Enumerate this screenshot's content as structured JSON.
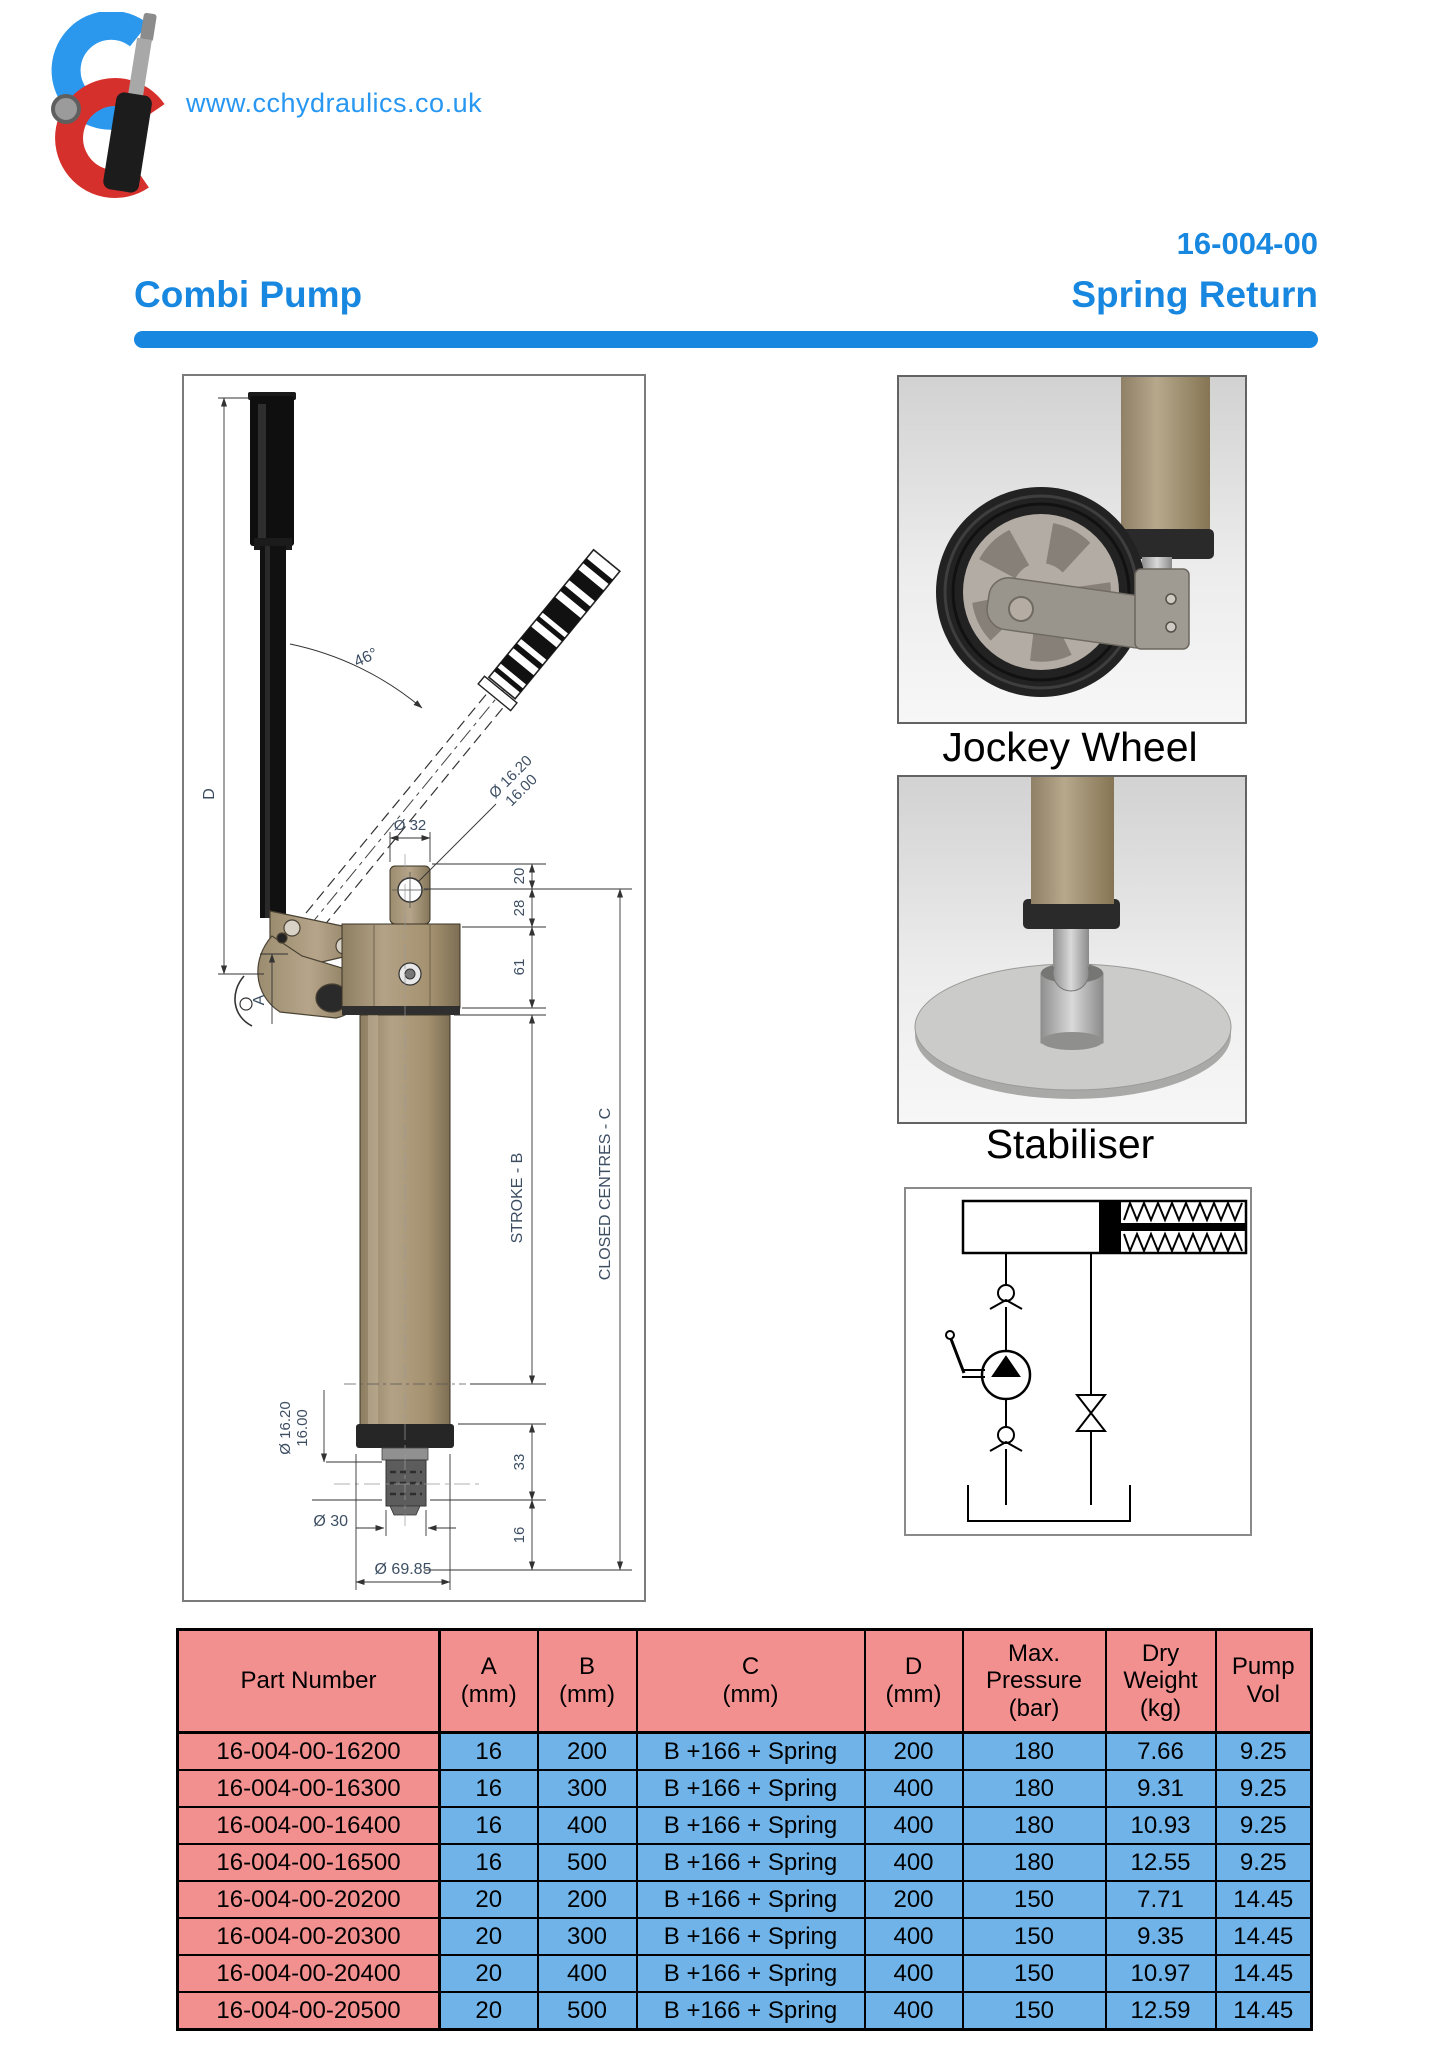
{
  "header": {
    "site_url": "www.cchydraulics.co.uk",
    "product_code": "16-004-00",
    "product_name": "Combi Pump",
    "product_variant": "Spring Return"
  },
  "colors": {
    "accent_blue": "#1787E0",
    "url_blue": "#2797F2",
    "table_header_pink": "#F29090",
    "table_cell_blue": "#6FB3E8"
  },
  "photos": {
    "jockey_wheel_label": "Jockey Wheel",
    "stabiliser_label": "Stabiliser"
  },
  "drawing": {
    "labels": {
      "dim_d": "D",
      "angle_46": "46°",
      "handle_dia_line1": "Ø 16.20",
      "handle_dia_line2": "16.00",
      "boss_dia": "Ø 32",
      "dim_20": "20",
      "dim_28": "28",
      "dim_61": "61",
      "dim_a": "A",
      "stroke_b": "STROKE - B",
      "closed_centres_c": "CLOSED CENTRES - C",
      "outlet_dia_line1": "Ø 16.20",
      "outlet_dia_line2": "16.00",
      "dim_33": "33",
      "outlet_dia_30": "Ø 30",
      "dim_16": "16",
      "base_dia": "Ø 69.85"
    }
  },
  "table": {
    "headers": [
      "Part Number",
      "A\n(mm)",
      "B\n(mm)",
      "C\n(mm)",
      "D\n(mm)",
      "Max.\nPressure\n(bar)",
      "Dry\nWeight\n(kg)",
      "Pump\nVol"
    ],
    "rows": [
      [
        "16-004-00-16200",
        "16",
        "200",
        "B +166 + Spring",
        "200",
        "180",
        "7.66",
        "9.25"
      ],
      [
        "16-004-00-16300",
        "16",
        "300",
        "B +166 + Spring",
        "400",
        "180",
        "9.31",
        "9.25"
      ],
      [
        "16-004-00-16400",
        "16",
        "400",
        "B +166 + Spring",
        "400",
        "180",
        "10.93",
        "9.25"
      ],
      [
        "16-004-00-16500",
        "16",
        "500",
        "B +166 + Spring",
        "400",
        "180",
        "12.55",
        "9.25"
      ],
      [
        "16-004-00-20200",
        "20",
        "200",
        "B +166 + Spring",
        "200",
        "150",
        "7.71",
        "14.45"
      ],
      [
        "16-004-00-20300",
        "20",
        "300",
        "B +166 + Spring",
        "400",
        "150",
        "9.35",
        "14.45"
      ],
      [
        "16-004-00-20400",
        "20",
        "400",
        "B +166 + Spring",
        "400",
        "150",
        "10.97",
        "14.45"
      ],
      [
        "16-004-00-20500",
        "20",
        "500",
        "B +166 + Spring",
        "400",
        "150",
        "12.59",
        "14.45"
      ]
    ]
  }
}
